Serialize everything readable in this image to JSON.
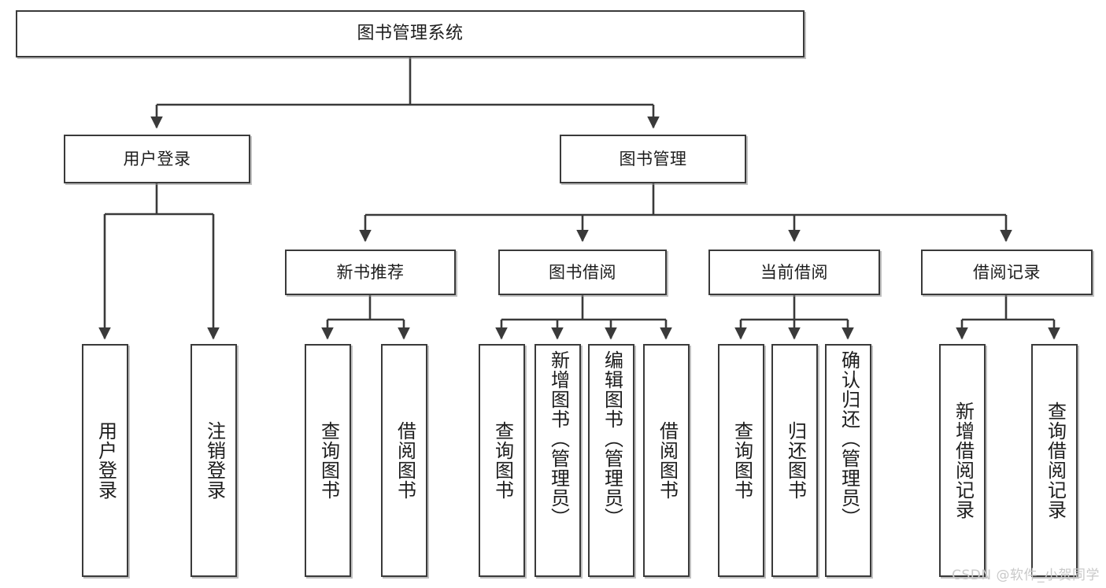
{
  "diagram": {
    "type": "tree",
    "title": "图书管理系统",
    "watermark": "CSDN @软件_小贺同学",
    "colors": {
      "box_border": "#3a3a3a",
      "box_fill": "#ffffff",
      "edge": "#3a3a3a",
      "text": "#1d1d1d",
      "watermark": "#c9c9c9"
    },
    "levels": {
      "level1": [
        "图书管理系统"
      ],
      "level2": [
        "用户登录",
        "图书管理"
      ],
      "level3": [
        "新书推荐",
        "图书借阅",
        "当前借阅",
        "借阅记录"
      ],
      "level4": [
        "用户登录",
        "注销登录",
        "查询图书",
        "借阅图书",
        "查询图书",
        "新增图书（管理员）",
        "编辑图书（管理员）",
        "借阅图书",
        "查询图书",
        "归还图书",
        "确认归还（管理员）",
        "新增借阅记录",
        "查询借阅记录"
      ]
    },
    "nodes": {
      "root": {
        "label": "图书管理系统"
      },
      "user_login": {
        "label": "用户登录"
      },
      "book_mgmt": {
        "label": "图书管理"
      },
      "new_book_rec": {
        "label": "新书推荐"
      },
      "book_borrow": {
        "label": "图书借阅"
      },
      "current_borrow": {
        "label": "当前借阅"
      },
      "borrow_record": {
        "label": "借阅记录"
      },
      "leaf_user_login": {
        "label": "用户登录"
      },
      "leaf_logout": {
        "label": "注销登录"
      },
      "leaf_query_book_1": {
        "label": "查询图书"
      },
      "leaf_borrow_book_1": {
        "label": "借阅图书"
      },
      "leaf_query_book_2": {
        "label": "查询图书"
      },
      "leaf_add_book": {
        "label": "新增图书（管理员）"
      },
      "leaf_edit_book": {
        "label": "编辑图书（管理员）"
      },
      "leaf_borrow_book_2": {
        "label": "借阅图书"
      },
      "leaf_query_book_3": {
        "label": "查询图书"
      },
      "leaf_return_book": {
        "label": "归还图书"
      },
      "leaf_confirm_return": {
        "label": "确认归还（管理员）"
      },
      "leaf_add_record": {
        "label": "新增借阅记录"
      },
      "leaf_query_record": {
        "label": "查询借阅记录"
      }
    },
    "edges": [
      {
        "from": "root",
        "to": "user_login"
      },
      {
        "from": "root",
        "to": "book_mgmt"
      },
      {
        "from": "user_login",
        "to": "leaf_user_login"
      },
      {
        "from": "user_login",
        "to": "leaf_logout"
      },
      {
        "from": "book_mgmt",
        "to": "new_book_rec"
      },
      {
        "from": "book_mgmt",
        "to": "book_borrow"
      },
      {
        "from": "book_mgmt",
        "to": "current_borrow"
      },
      {
        "from": "book_mgmt",
        "to": "borrow_record"
      },
      {
        "from": "new_book_rec",
        "to": "leaf_query_book_1"
      },
      {
        "from": "new_book_rec",
        "to": "leaf_borrow_book_1"
      },
      {
        "from": "book_borrow",
        "to": "leaf_query_book_2"
      },
      {
        "from": "book_borrow",
        "to": "leaf_add_book"
      },
      {
        "from": "book_borrow",
        "to": "leaf_edit_book"
      },
      {
        "from": "book_borrow",
        "to": "leaf_borrow_book_2"
      },
      {
        "from": "current_borrow",
        "to": "leaf_query_book_3"
      },
      {
        "from": "current_borrow",
        "to": "leaf_return_book"
      },
      {
        "from": "current_borrow",
        "to": "leaf_confirm_return"
      },
      {
        "from": "borrow_record",
        "to": "leaf_add_record"
      },
      {
        "from": "borrow_record",
        "to": "leaf_query_record"
      }
    ]
  }
}
